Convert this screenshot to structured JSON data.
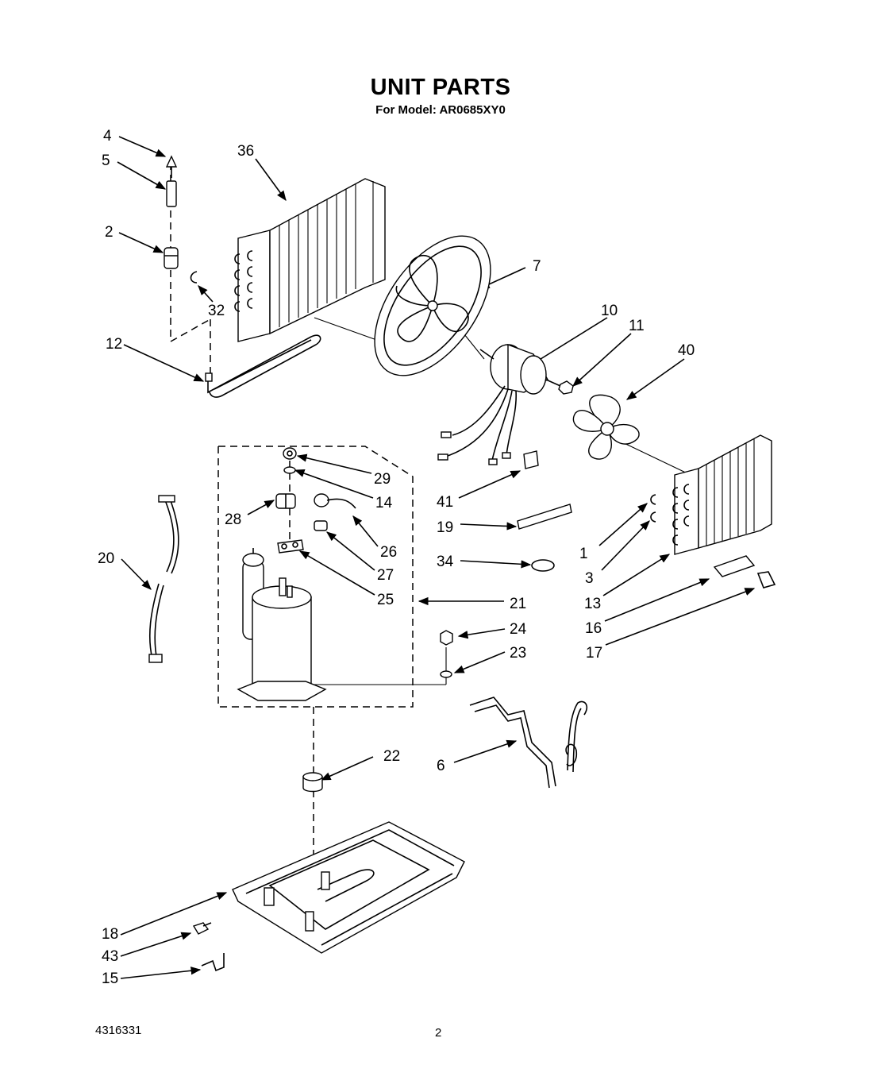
{
  "header": {
    "title": "UNIT PARTS",
    "subtitle": "For Model: AR0685XY0"
  },
  "footer": {
    "doc_number": "4316331",
    "page_number": "2"
  },
  "callouts": {
    "c1": "1",
    "c2": "2",
    "c3": "3",
    "c4": "4",
    "c5": "5",
    "c6": "6",
    "c7": "7",
    "c10": "10",
    "c11": "11",
    "c12": "12",
    "c13": "13",
    "c14": "14",
    "c15": "15",
    "c16": "16",
    "c17": "17",
    "c18": "18",
    "c19": "19",
    "c20": "20",
    "c21": "21",
    "c22": "22",
    "c23": "23",
    "c24": "24",
    "c25": "25",
    "c26": "26",
    "c27": "27",
    "c28": "28",
    "c29": "29",
    "c32": "32",
    "c34": "34",
    "c36": "36",
    "c40": "40",
    "c41": "41",
    "c43": "43"
  }
}
